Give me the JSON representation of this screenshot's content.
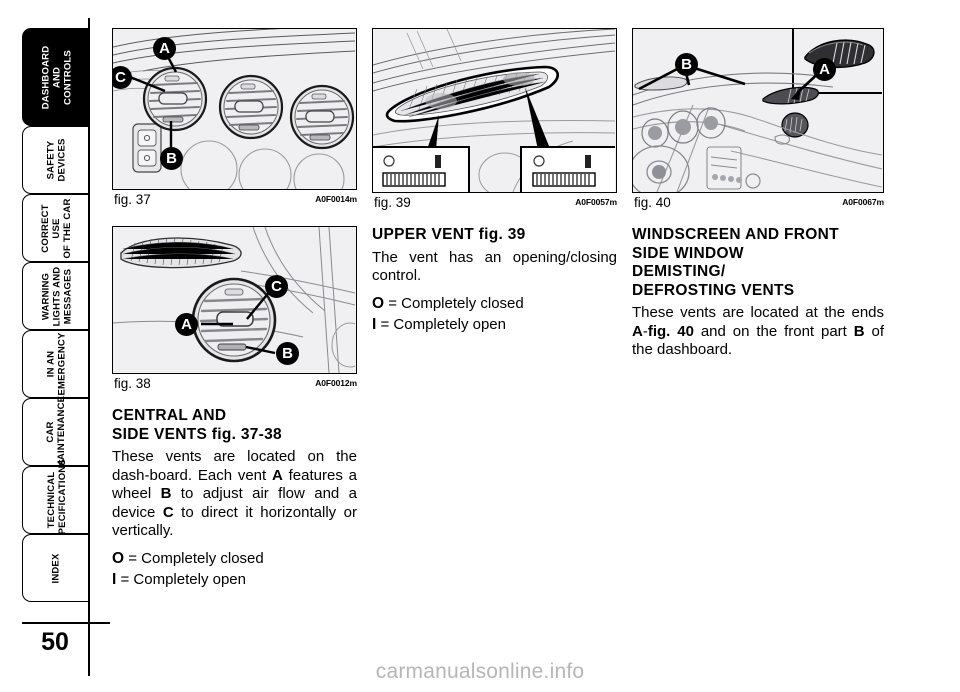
{
  "page": {
    "number": "50",
    "watermark": "carmanualsonline.info"
  },
  "sidebar": {
    "tabs": [
      {
        "label": "DASHBOARD\nAND\nCONTROLS",
        "active": true
      },
      {
        "label": "SAFETY\nDEVICES",
        "active": false
      },
      {
        "label": "CORRECT USE\nOF THE CAR",
        "active": false
      },
      {
        "label": "WARNING\nLIGHTS AND\nMESSAGES",
        "active": false
      },
      {
        "label": "IN AN\nEMERGENCY",
        "active": false
      },
      {
        "label": "CAR\nMAINTENANCE",
        "active": false
      },
      {
        "label": "TECHNICAL\nSPECIFICATIONS",
        "active": false
      },
      {
        "label": "INDEX",
        "active": false
      }
    ]
  },
  "figures": {
    "fig37": {
      "caption": "fig. 37",
      "code": "A0F0014m",
      "callouts": [
        "A",
        "B",
        "C"
      ],
      "description": "Dashboard central vents with three round air outlets"
    },
    "fig38": {
      "caption": "fig. 38",
      "code": "A0F0012m",
      "callouts": [
        "A",
        "B",
        "C"
      ],
      "description": "Side vent on dashboard end with defroster grille"
    },
    "fig39": {
      "caption": "fig. 39",
      "code": "A0F0057m",
      "callouts": [],
      "description": "Upper vent on dashboard top with two opening/closing controls"
    },
    "fig40": {
      "caption": "fig. 40",
      "code": "A0F0067m",
      "callouts": [
        "A",
        "B"
      ],
      "description": "Windscreen and front side window demisting/defrosting vents"
    }
  },
  "articles": {
    "central_side_vents": {
      "heading_line1": "CENTRAL AND",
      "heading_line2": "SIDE VENTS fig. 37-38",
      "body_html": "These vents are located on the dash-board. Each vent <b>A</b> features a wheel <b>B</b> to adjust air flow and a device <b>C</b> to direct it horizontally or vertically.",
      "legend": [
        {
          "symbol": "O",
          "text": "= Completely closed"
        },
        {
          "symbol": "I",
          "text": "= Completely open"
        }
      ]
    },
    "upper_vent": {
      "heading_line1": "UPPER VENT fig. 39",
      "body_html": "The vent has an opening/closing control.",
      "legend": [
        {
          "symbol": "O",
          "text": "= Completely closed"
        },
        {
          "symbol": "I",
          "text": "= Completely open"
        }
      ]
    },
    "windscreen_vents": {
      "heading_line1": "WINDSCREEN AND FRONT",
      "heading_line2": "SIDE WINDOW",
      "heading_line3": "DEMISTING/",
      "heading_line4": "DEFROSTING VENTS",
      "body_html": "These vents are located at the ends <b>A</b>-<b>fig. 40</b> and on the front part <b>B</b> of the dashboard."
    }
  },
  "colors": {
    "figure_background": "#f0f0f2",
    "ink": "#000000",
    "watermark": "#b6b6b6",
    "active_tab_bg": "#000000"
  }
}
